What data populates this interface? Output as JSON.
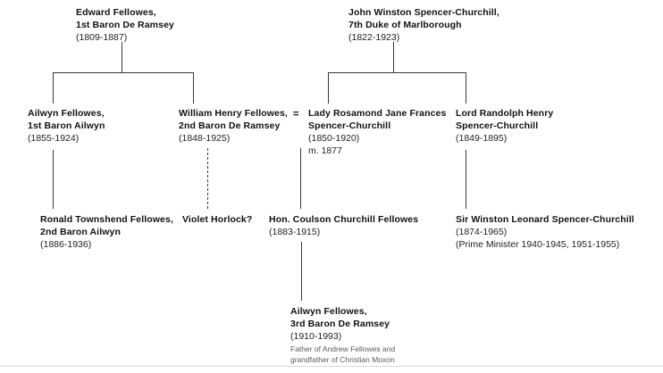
{
  "diagram": {
    "title": "Fellowes and Spencer-Churchill family tree",
    "line_color": "#3a3a3a",
    "text_color": "#111111",
    "subtext_color": "#5a5a5a",
    "background": "#ffffff",
    "rule_color": "#d8d8d8"
  },
  "people": {
    "edward_fellowes": {
      "name_line1": "Edward Fellowes,",
      "name_line2": "1st Baron De Ramsey",
      "dates": "(1809-1887)"
    },
    "john_spencer_churchill": {
      "name_line1": "John Winston Spencer-Churchill,",
      "name_line2": "7th Duke of Marlborough",
      "dates": "(1822-1923)"
    },
    "ailwyn_fellowes_1st": {
      "name_line1": "Ailwyn Fellowes,",
      "name_line2": "1st Baron Ailwyn",
      "dates": "(1855-1924)"
    },
    "william_henry_fellowes": {
      "name_line1": "William Henry Fellowes,",
      "name_line2": "2nd Baron De Ramsey",
      "dates": "(1848-1925)"
    },
    "lady_rosamond": {
      "name_line1": "Lady Rosamond Jane Frances",
      "name_line2": "Spencer-Churchill",
      "dates": "(1850-1920)",
      "marriage": "m. 1877"
    },
    "lord_randolph": {
      "name_line1": "Lord Randolph Henry",
      "name_line2": "Spencer-Churchill",
      "dates": "(1849-1895)"
    },
    "ronald_townshend_fellowes": {
      "name_line1": "Ronald Townshend Fellowes,",
      "name_line2": "2nd Baron Ailwyn",
      "dates": "(1886-1936)"
    },
    "violet_horlock": {
      "name_line1": "Violet Horlock?"
    },
    "coulson_fellowes": {
      "name_line1": "Hon. Coulson Churchill Fellowes",
      "dates": "(1883-1915)"
    },
    "winston_churchill": {
      "name_line1": "Sir Winston Leonard Spencer-Churchill",
      "dates": "(1874-1965)",
      "note": "(Prime Minister 1940-1945, 1951-1955)"
    },
    "ailwyn_fellowes_3rd": {
      "name_line1": "Ailwyn Fellowes,",
      "name_line2": "3rd Baron De Ramsey",
      "dates": "(1910-1993)",
      "sub_line1": "Father of Andrew Fellowes and",
      "sub_line2": "grandfather of Christian Moxon"
    }
  },
  "symbols": {
    "marriage_equals": "="
  }
}
